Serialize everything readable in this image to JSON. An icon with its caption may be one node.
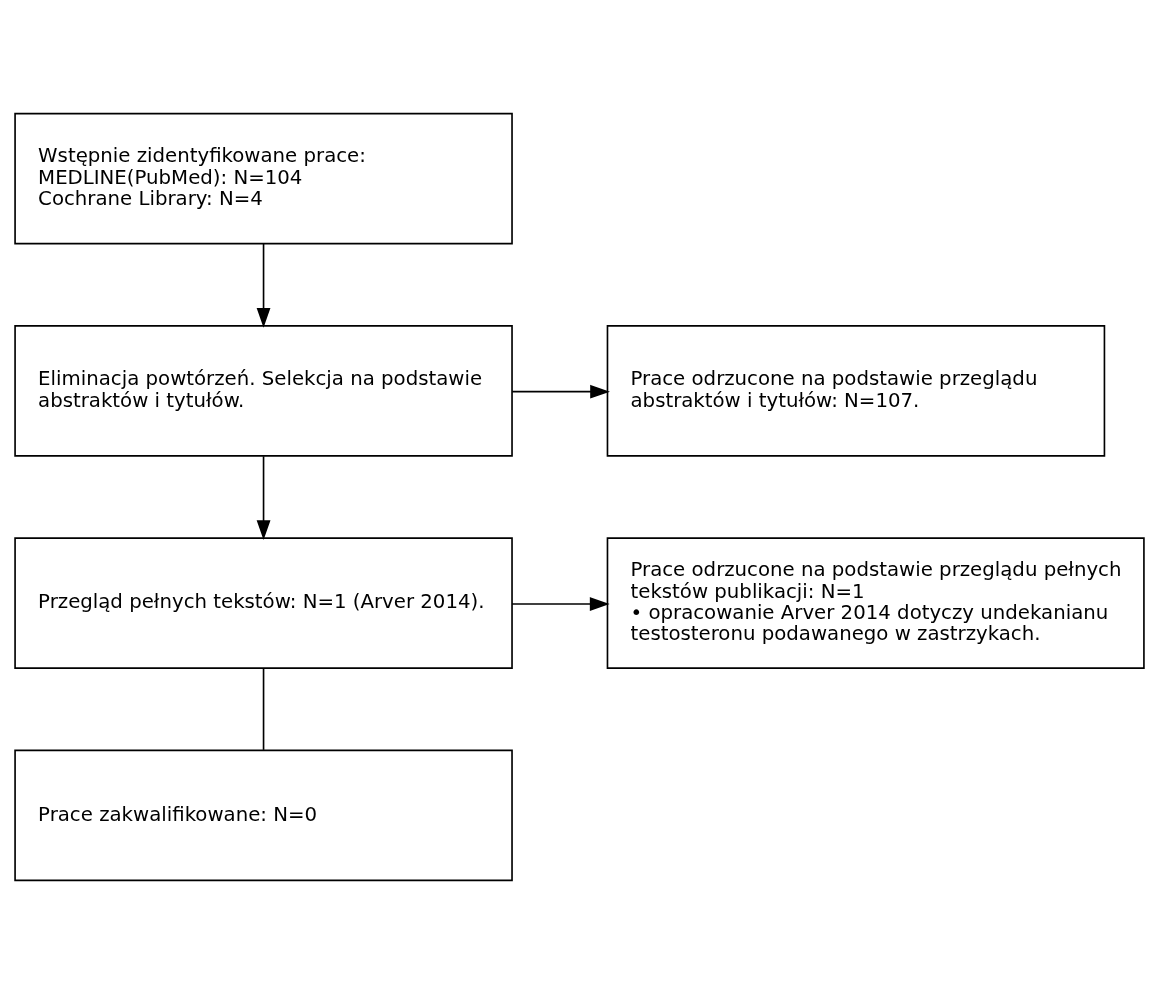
{
  "diagram": {
    "nodes": [
      {
        "text": [
          "Wstępnie zidentyfikowane prace:",
          "MEDLINE(PubMed): N=104",
          "Cochrane Library: N=4"
        ]
      },
      {
        "text": [
          "Eliminacja powtórzeń. Selekcja na podstawie abstraktów i tytułów."
        ]
      },
      {
        "text": [
          "Prace odrzucone na podstawie przeglądu abstraktów i tytułów: N=107."
        ]
      },
      {
        "text": [
          "Przegląd pełnych tekstów: N=1 (Arver 2014)."
        ]
      },
      {
        "text": [
          "Prace odrzucone na podstawie przeglądu pełnych tekstów publikacji: N=1",
          "• opracowanie Arver 2014 dotyczy undekanianu testosteronu podawanego w zastrzykach."
        ]
      },
      {
        "text": [
          "Prace zakwalifikowane: N=0"
        ]
      }
    ],
    "edges": [
      {
        "from": 0,
        "to": 1,
        "arrow": "to"
      },
      {
        "from": 1,
        "to": 3,
        "arrow": "to"
      },
      {
        "from": 1,
        "to": 2,
        "arrow": "to"
      },
      {
        "from": 3,
        "to": 5,
        "arrow": "none"
      },
      {
        "from": 3,
        "to": 4,
        "arrow": "to"
      }
    ]
  }
}
